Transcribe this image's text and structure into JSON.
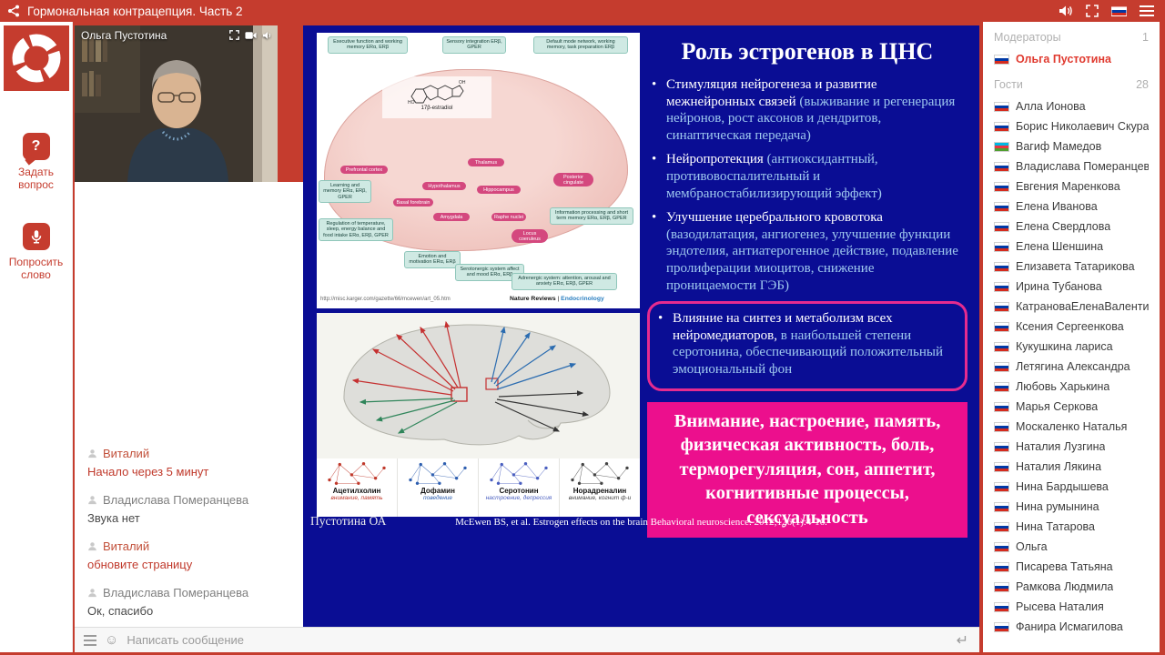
{
  "top_bar": {
    "title": "Гормональная контрацепция. Часть 2"
  },
  "icons": {
    "smiley": "☺",
    "enter": "↵"
  },
  "left_rail": {
    "ask_question": "Задать вопрос",
    "ask_word": "Попросить слово"
  },
  "video": {
    "speaker_name": "Ольга Пустотина"
  },
  "chat": {
    "input_placeholder": "Написать сообщение",
    "messages": [
      {
        "author": "Виталий",
        "text": "Начало через 5 минут",
        "highlight": true
      },
      {
        "author": "Владислава Померанцева",
        "text": "Звука нет",
        "highlight": false
      },
      {
        "author": "Виталий",
        "text": "обновите страницу",
        "highlight": true
      },
      {
        "author": "Владислава Померанцева",
        "text": "Ок, спасибо",
        "highlight": false
      }
    ]
  },
  "slide": {
    "title": "Роль эстрогенов в ЦНС",
    "bullets": [
      {
        "main": "Стимуляция нейрогенеза и развитие межнейронных связей",
        "sub": "(выживание и регенерация нейронов, рост аксонов и дендритов, синаптическая передача)"
      },
      {
        "main": "Нейропротекция",
        "sub": "(антиоксидантный, противовоспалительный и мембраностабилизирующий эффект)"
      },
      {
        "main": "Улучшение церебрального кровотока",
        "sub": "(вазодилатация, ангиогенез, улучшение функции эндотелия, антиатерогенное действие, подавление пролиферации миоцитов, снижение проницаемости ГЭБ)"
      }
    ],
    "boxed_bullet": {
      "main": "Влияние на синтез и метаболизм всех нейромедиаторов,",
      "sub": "в наибольшей степени серотонина, обеспечивающий положительный эмоциональный фон"
    },
    "summary": "Внимание, настроение, память, физическая активность, боль, терморегуляция, сон, аппетит, когнитивные процессы, сексуальность",
    "citation": "McEwen BS, et al. Estrogen effects on the brain Behavioral neuroscience. 2012;126(1):4-16.",
    "watermark": "Пустотина ОА",
    "colors": {
      "accent_red": "#c53c2e",
      "slide_navy": "#0a0d94",
      "magenta": "#ec0f8d",
      "sub_text_blue": "#9fc9ef"
    },
    "figure_top": {
      "molecule_label": "17β-estradiol",
      "top_boxes": [
        "Executive function and working memory ERα, ERβ",
        "Sensory integration ERβ, GPER",
        "Default mode network, working memory, task preparation ERβ"
      ],
      "side_boxes": [
        "Learning and memory ERα, ERβ, GPER",
        "Regulation of temperature, sleep, energy balance and food intake ERα, ERβ, GPER",
        "Emotion and motivation ERα, ERβ",
        "Serotonergic system affect and mood ERα, ERβ",
        "Information processing and short term memory ERα, ERβ, GPER",
        "Adrenergic system: attention, arousal and anxiety ERα, ERβ, GPER"
      ],
      "regions": [
        "Prefrontal cortex",
        "Basal forebrain",
        "Hypothalamus",
        "Thalamus",
        "Hippocampus",
        "Amygdala",
        "Raphe nuclei",
        "Locus coeruleus",
        "Posterior cingulate"
      ],
      "source_url": "http://misc.karger.com/gazette/66/mcewen/art_05.htm",
      "credit_journal": "Nature Reviews",
      "credit_section": "Endocrinology"
    },
    "figure_bottom": {
      "panels": [
        {
          "name": "Ацетилхолин",
          "subtitle": "внимание, память",
          "color": "#c0392b"
        },
        {
          "name": "Дофамин",
          "subtitle": "поведение",
          "color": "#2e5fb0"
        },
        {
          "name": "Серотонин",
          "subtitle": "настроение, депрессия",
          "color": "#4a5fc0"
        },
        {
          "name": "Норадреналин",
          "subtitle": "внимание, когнит ф-и",
          "color": "#444444"
        }
      ]
    }
  },
  "participants": {
    "moderators_label": "Модераторы",
    "moderators_count": "1",
    "moderators": [
      {
        "name": "Ольга Пустотина",
        "flag": "ru"
      }
    ],
    "guests_label": "Гости",
    "guests_count": "28",
    "guests": [
      {
        "name": "Алла Ионова",
        "flag": "ru"
      },
      {
        "name": "Борис Николаевич Скуратов",
        "flag": "ru"
      },
      {
        "name": "Вагиф Мамедов",
        "flag": "az"
      },
      {
        "name": "Владислава Померанцева",
        "flag": "ru"
      },
      {
        "name": "Евгения Маренкова",
        "flag": "ru"
      },
      {
        "name": "Елена Иванова",
        "flag": "ru"
      },
      {
        "name": "Елена Свердлова",
        "flag": "ru"
      },
      {
        "name": "Елена Шеншина",
        "flag": "ru"
      },
      {
        "name": "Елизавета Татарикова",
        "flag": "ru"
      },
      {
        "name": "Ирина Тубанова",
        "flag": "ru"
      },
      {
        "name": "КатрановаЕленаВалентинов",
        "flag": "ru"
      },
      {
        "name": "Ксения Сергеенкова",
        "flag": "ru"
      },
      {
        "name": "Кукушкина лариса",
        "flag": "ru"
      },
      {
        "name": "Летягина Александра",
        "flag": "ru"
      },
      {
        "name": "Любовь Харькина",
        "flag": "ru"
      },
      {
        "name": "Марья Серкова",
        "flag": "ru"
      },
      {
        "name": "Москаленко Наталья",
        "flag": "ru"
      },
      {
        "name": "Наталия Лузгина",
        "flag": "ru"
      },
      {
        "name": "Наталия Лякина",
        "flag": "ru"
      },
      {
        "name": "Нина Бардышева",
        "flag": "ru"
      },
      {
        "name": "Нина румынина",
        "flag": "ru"
      },
      {
        "name": "Нина Татарова",
        "flag": "ru"
      },
      {
        "name": "Ольга",
        "flag": "ru"
      },
      {
        "name": "Писарева Татьяна",
        "flag": "ru"
      },
      {
        "name": "Рамкова Людмила",
        "flag": "ru"
      },
      {
        "name": "Рысева Наталия",
        "flag": "ru"
      },
      {
        "name": "Фанира Исмагилова",
        "flag": "ru"
      }
    ]
  }
}
